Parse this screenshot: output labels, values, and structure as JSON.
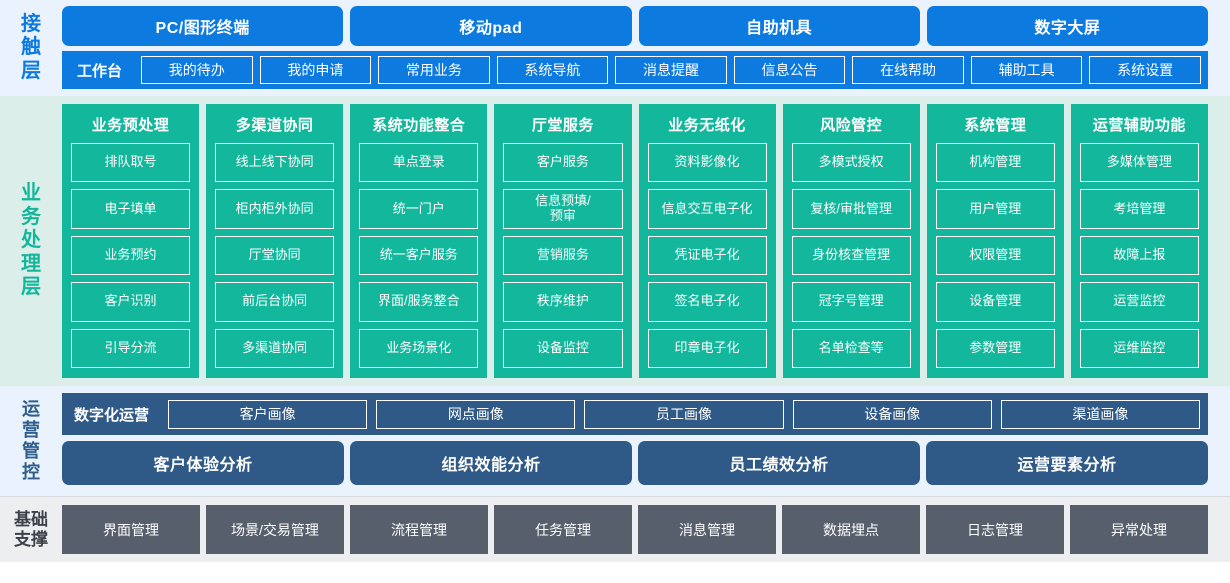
{
  "layers": {
    "contact": {
      "label_chars": [
        "接",
        "触",
        "层"
      ],
      "channels": [
        "PC/图形终端",
        "移动pad",
        "自助机具",
        "数字大屏"
      ],
      "workbench_title": "工作台",
      "nav_items": [
        "我的待办",
        "我的申请",
        "常用业务",
        "系统导航",
        "消息提醒",
        "信息公告",
        "在线帮助",
        "辅助工具",
        "系统设置"
      ],
      "accent": "#0d7ae0",
      "background": "#eaf3fd"
    },
    "business": {
      "label_chars": [
        "业",
        "务",
        "处",
        "理",
        "层"
      ],
      "accent": "#13b79b",
      "background": "#dceee9",
      "columns": [
        {
          "title": "业务预处理",
          "items": [
            "排队取号",
            "电子填单",
            "业务预约",
            "客户识别",
            "引导分流"
          ]
        },
        {
          "title": "多渠道协同",
          "items": [
            "线上线下协同",
            "柜内柜外协同",
            "厅堂协同",
            "前后台协同",
            "多渠道协同"
          ]
        },
        {
          "title": "系统功能整合",
          "items": [
            "单点登录",
            "统一门户",
            "统一客户服务",
            "界面/服务整合",
            "业务场景化"
          ]
        },
        {
          "title": "厅堂服务",
          "items": [
            "客户服务",
            "信息预填/\n预审",
            "营销服务",
            "秩序维护",
            "设备监控"
          ]
        },
        {
          "title": "业务无纸化",
          "items": [
            "资料影像化",
            "信息交互电子化",
            "凭证电子化",
            "签名电子化",
            "印章电子化"
          ]
        },
        {
          "title": "风险管控",
          "items": [
            "多模式授权",
            "复核/审批管理",
            "身份核查管理",
            "冠字号管理",
            "名单检查等"
          ]
        },
        {
          "title": "系统管理",
          "items": [
            "机构管理",
            "用户管理",
            "权限管理",
            "设备管理",
            "参数管理"
          ]
        },
        {
          "title": "运营辅助功能",
          "items": [
            "多媒体管理",
            "考培管理",
            "故障上报",
            "运营监控",
            "运维监控"
          ]
        }
      ]
    },
    "operations": {
      "label_chars": [
        "运",
        "营",
        "管",
        "控"
      ],
      "accent": "#2f5986",
      "background": "#eaf3fd",
      "digital_ops_title": "数字化运营",
      "portraits": [
        "客户画像",
        "网点画像",
        "员工画像",
        "设备画像",
        "渠道画像"
      ],
      "analyses": [
        "客户体验分析",
        "组织效能分析",
        "员工绩效分析",
        "运营要素分析"
      ]
    },
    "foundation": {
      "label_lines": [
        "基础",
        "支撑"
      ],
      "accent": "#575f6c",
      "background": "#eceef0",
      "items": [
        "界面管理",
        "场景/交易管理",
        "流程管理",
        "任务管理",
        "消息管理",
        "数据埋点",
        "日志管理",
        "异常处理"
      ]
    }
  }
}
